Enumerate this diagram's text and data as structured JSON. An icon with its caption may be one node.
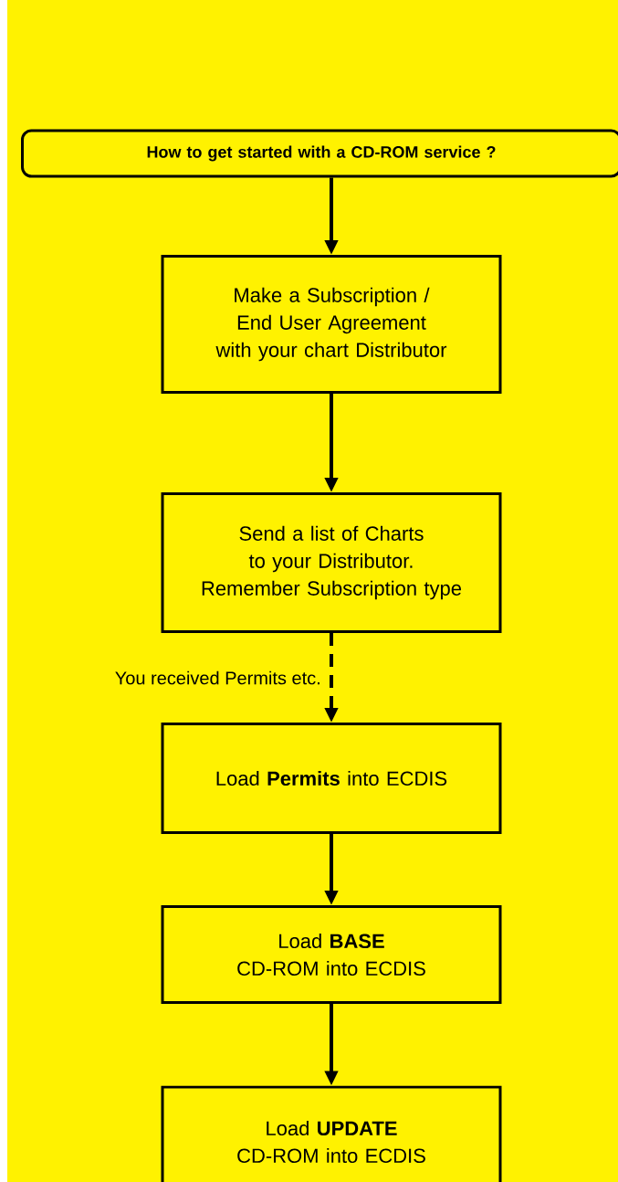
{
  "diagram": {
    "nodes": [
      {
        "text": [
          "How to get started with a CD-ROM service ?"
        ]
      },
      {
        "text": [
          "Make a Subscription / End User Agreement with your chart Distributor"
        ]
      },
      {
        "text": [
          "Send a list of Charts to your Distributor. Remember Subscription type"
        ]
      },
      {
        "text": [
          "Load **Permits** into ECDIS"
        ]
      },
      {
        "text": [
          "Load **BASE** CD-ROM into ECDIS"
        ]
      },
      {
        "text": [
          "Load **UPDATE** CD-ROM into ECDIS"
        ]
      }
    ],
    "edges": [
      {
        "from": 0,
        "to": 1,
        "arrow": "to"
      },
      {
        "from": 1,
        "to": 2,
        "arrow": "to"
      },
      {
        "from": 2,
        "to": 3,
        "arrow": "to",
        "style": "dashed",
        "label": "You received Permits etc."
      },
      {
        "from": 3,
        "to": 4,
        "arrow": "to"
      },
      {
        "from": 4,
        "to": 5,
        "arrow": "to"
      }
    ]
  }
}
